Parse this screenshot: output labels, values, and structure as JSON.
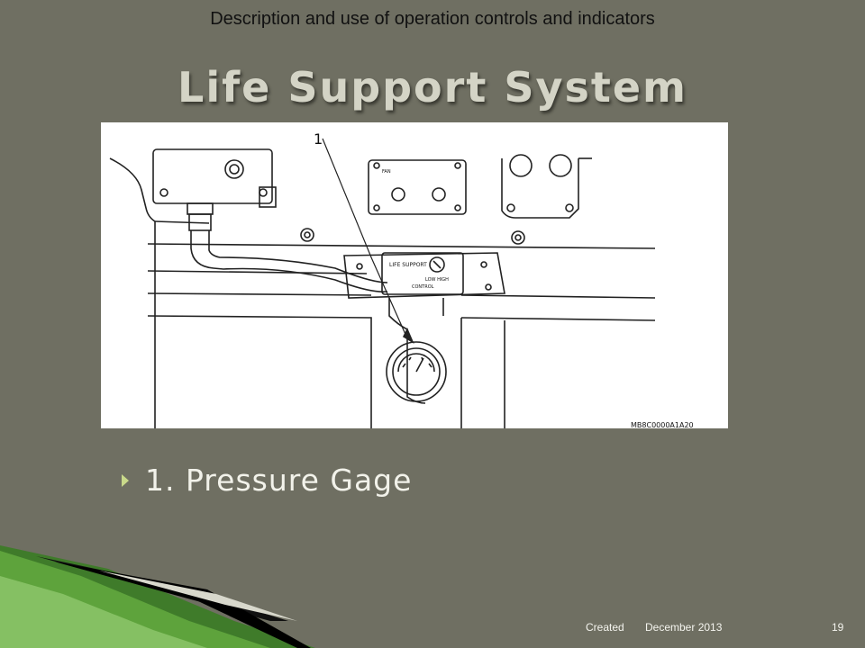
{
  "header": {
    "text": "Description and use of operation controls and indicators"
  },
  "slide": {
    "title": "Life Support System",
    "bullets": [
      "1. Pressure Gage"
    ]
  },
  "figure": {
    "callout_label": "1",
    "panel_label_top": "FAN",
    "panel_label_main": "LIFE SUPPORT",
    "panel_label_sub": "LOW HIGH",
    "panel_label_sub2": "CONTROL",
    "drawing_number": "MB8C0000A1A20"
  },
  "footer": {
    "created": "Created",
    "date": "December 2013",
    "page": "19"
  },
  "colors": {
    "background": "#6f6f62",
    "title": "#d4d4c6",
    "bullet": "#c9d98a",
    "accent_green": "#4f8f2e"
  }
}
